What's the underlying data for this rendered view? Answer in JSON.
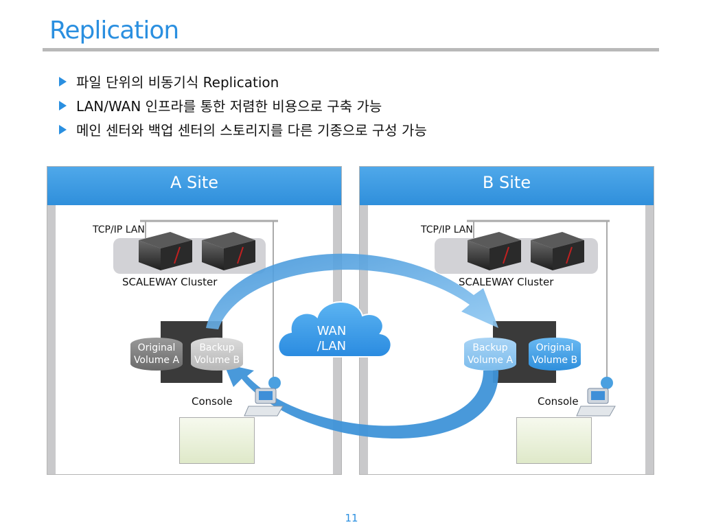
{
  "title": "Replication",
  "bullets": [
    "파일 단위의 비동기식 Replication",
    "LAN/WAN 인프라를 통한 저렴한 비용으로 구축 가능",
    "메인 센터와 백업 센터의 스토리지를 다른 기종으로 구성 가능"
  ],
  "sites": {
    "a": {
      "title": "A Site",
      "lan": "TCP/IP LAN",
      "cluster": "SCALEWAY Cluster",
      "vol1": {
        "line1": "Original",
        "line2": "Volume A"
      },
      "vol2": {
        "line1": "Backup",
        "line2": "Volume  B"
      },
      "console": "Console"
    },
    "b": {
      "title": "B Site",
      "lan": "TCP/IP LAN",
      "cluster": "SCALEWAY Cluster",
      "vol1": {
        "line1": "Backup",
        "line2": "Volume A"
      },
      "vol2": {
        "line1": "Original",
        "line2": "Volume B"
      },
      "console": "Console"
    }
  },
  "cloud": {
    "line1": "WAN",
    "line2": "/LAN"
  },
  "page_number": "11",
  "colors": {
    "accent": "#2a8fe0",
    "rule": "#b9b9b9",
    "panel": "#c9c9cb"
  }
}
